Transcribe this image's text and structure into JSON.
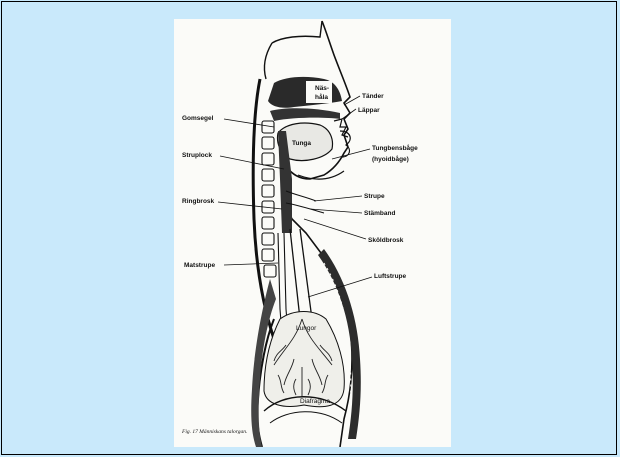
{
  "figure": {
    "labels": {
      "nasal": [
        "Näs-",
        "håla"
      ],
      "tander": "Tänder",
      "lappar": "Läppar",
      "gomsegel": "Gomsegel",
      "tunga": "Tunga",
      "struplock": "Struplock",
      "tungbensbage": "Tungbensbåge",
      "hyoidbage": "(hyoidbåge)",
      "strupe": "Strupe",
      "ringbrosk": "Ringbrosk",
      "stamband": "Stämband",
      "skoldbrosk": "Sköldbrosk",
      "matstrupe": "Matstrupe",
      "luftstrupe": "Luftstrupe",
      "lungor": "Lungor",
      "diafragma": "Diafragma"
    },
    "caption": "Fig. 17   Människans talorgan."
  }
}
